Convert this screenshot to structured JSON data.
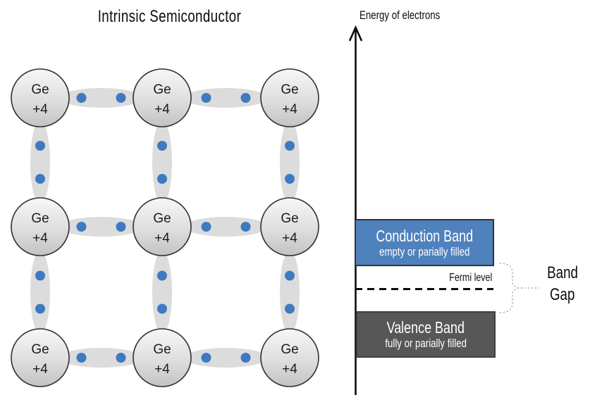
{
  "title": "Intrinsic Semiconductor",
  "lattice": {
    "atom": {
      "symbol": "Ge",
      "charge": "+4"
    },
    "grid": "3x3",
    "electrons_per_bond": 2,
    "colors": {
      "electron": "#3d7ac2",
      "bond": "#dcdcdc",
      "atom_border": "#303030"
    }
  },
  "energy_diagram": {
    "axis_label": "Energy of electrons",
    "conduction_band": {
      "title": "Conduction Band",
      "subtitle": "empty or parially filled",
      "color": "#4f81bd"
    },
    "fermi_level_label": "Fermi level",
    "valence_band": {
      "title": "Valence Band",
      "subtitle": "fully or parially filled",
      "color": "#575757"
    },
    "band_gap_label": {
      "line1": "Band",
      "line2": "Gap"
    }
  }
}
